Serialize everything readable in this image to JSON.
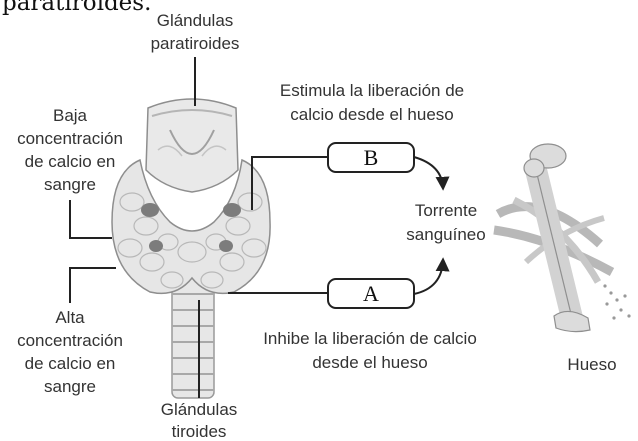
{
  "header_fragment": "paratiroides.",
  "labels": {
    "parathyroid": [
      "Glándulas",
      "paratiroides"
    ],
    "thyroid": [
      "Glándulas",
      "tiroides"
    ],
    "low_calcium": [
      "Baja",
      "concentración",
      "de calcio en",
      "sangre"
    ],
    "high_calcium": [
      "Alta",
      "concentración",
      "de calcio en",
      "sangre"
    ],
    "stimulates": [
      "Estimula la liberación de",
      "calcio desde el hueso"
    ],
    "inhibits": [
      "Inhibe la liberación de calcio",
      "desde el hueso"
    ],
    "bloodstream": [
      "Torrente",
      "sanguíneo"
    ],
    "bone": "Hueso"
  },
  "boxes": {
    "b": "B",
    "a": "A"
  }
}
